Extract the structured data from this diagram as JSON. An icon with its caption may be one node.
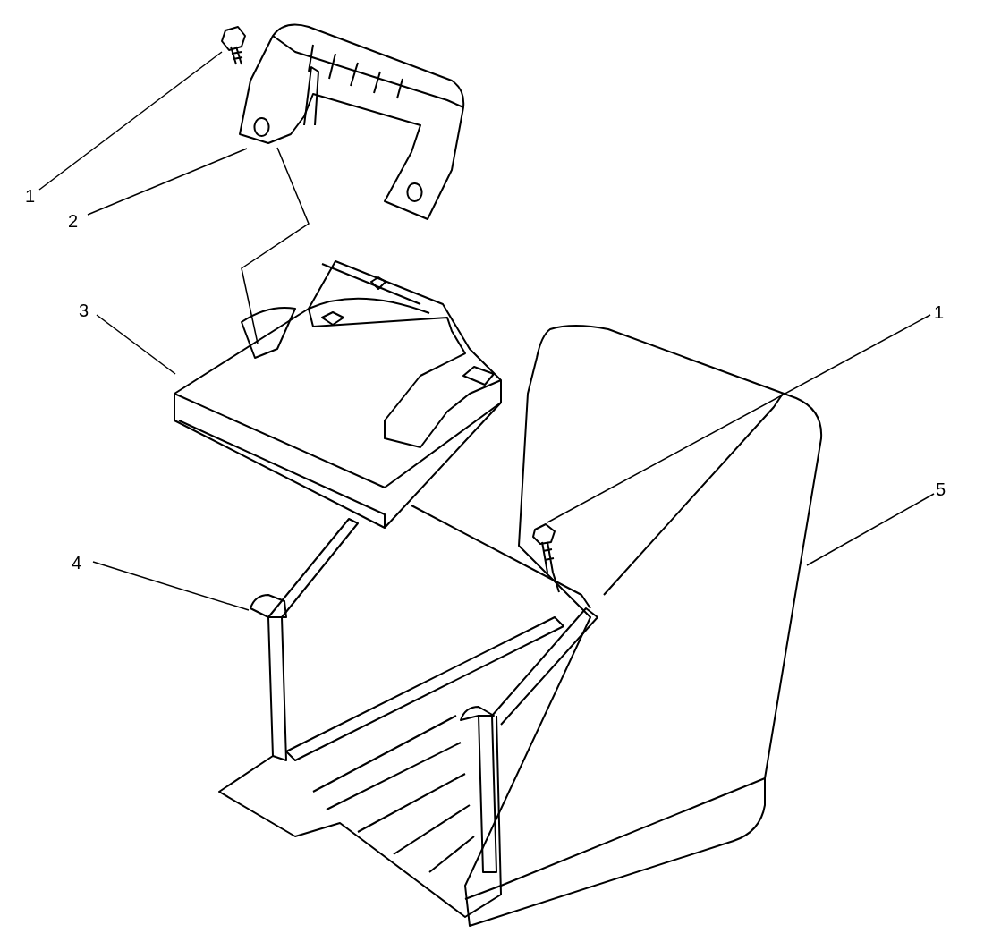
{
  "diagram": {
    "nodes": [
      {
        "text": [
          "1"
        ]
      },
      {
        "text": [
          "2"
        ]
      },
      {
        "text": [
          "3"
        ]
      },
      {
        "text": [
          "1"
        ]
      },
      {
        "text": [
          "4"
        ]
      },
      {
        "text": [
          "5"
        ]
      },
      {
        "text": [],
        "shape": "picture"
      },
      {
        "text": [],
        "shape": "picture"
      },
      {
        "text": [],
        "shape": "picture"
      },
      {
        "text": [],
        "shape": "picture"
      },
      {
        "text": [],
        "shape": "picture"
      },
      {
        "text": [],
        "shape": "picture"
      }
    ],
    "edges": [
      {
        "from": 0,
        "to": 6,
        "arrow": "none"
      },
      {
        "from": 1,
        "to": 7,
        "arrow": "none"
      },
      {
        "from": 2,
        "to": 8,
        "arrow": "none"
      },
      {
        "from": 3,
        "to": 9,
        "arrow": "none"
      },
      {
        "from": 4,
        "to": 10,
        "arrow": "none"
      },
      {
        "from": 5,
        "to": 11,
        "arrow": "none"
      },
      {
        "from": 7,
        "to": 8,
        "arrow": "none"
      }
    ]
  }
}
